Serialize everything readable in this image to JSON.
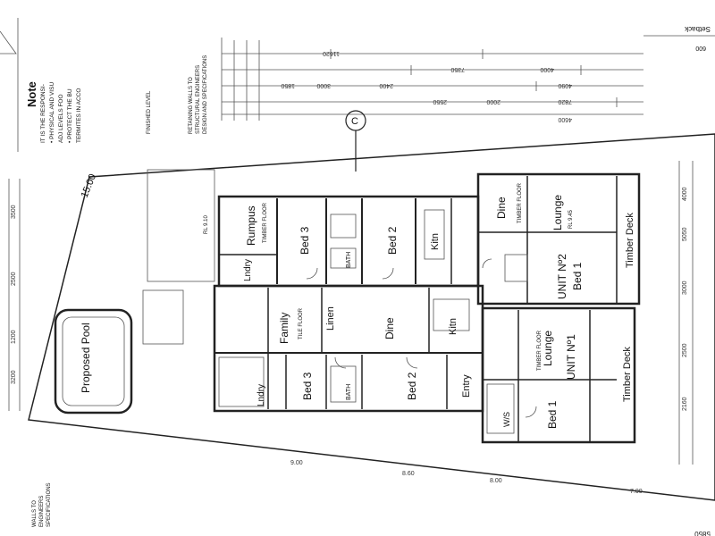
{
  "drawing": {
    "note_title": "Note",
    "note_lines": [
      "IT IS THE RESPONSI-",
      "• PHYSICAL AND VISU",
      "ADJ LEVELS FOO",
      "• PROTECT THE BU",
      "TERMITES IN ACCO"
    ],
    "north_symbol": "C",
    "setback_label": "Setback",
    "setback_value": "600",
    "boundary_dim": "15.00",
    "top_dims": [
      "11620",
      "7350",
      "4000",
      "4090",
      "7820",
      "4600",
      "1850",
      "3000",
      "2400",
      "2550",
      "2000"
    ],
    "left_dims": [
      "3500",
      "2500",
      "1200",
      "3200"
    ],
    "right_dims": [
      "4000",
      "5050",
      "3000",
      "2500",
      "2160"
    ],
    "bottom_dims": [
      "9.00",
      "8.60",
      "8.00",
      "7.00",
      "5850"
    ],
    "note_left": [
      "WALLS TO",
      "ENGINEERS",
      "SPECIFICATIONS"
    ],
    "note_top": [
      "RETAINING WALLS TO",
      "STRUCTURAL ENGINEERS",
      "DESIGN AND SPECIFICATIONS"
    ],
    "finished_level": "FINISHED LEVEL",
    "rooms": {
      "unit2": "UNIT Nº2",
      "unit1": "UNIT Nº1",
      "rumpus": "Rumpus",
      "timber_floor": "TIMBER FLOOR",
      "bed3_top": "Bed 3",
      "bed2_top": "Bed 2",
      "bath_top": "BATH",
      "kitchen_top": "Kitn",
      "dine_top": "Dine",
      "lounge_top": "Lounge",
      "bed1_top": "Bed 1",
      "deck_top": "Timber Deck",
      "family": "Family",
      "tile_floor": "TILE FLOOR",
      "linen": "Linen",
      "dine_mid": "Dine",
      "kitchen_mid": "Kitn",
      "lounge_mid": "Lounge",
      "bed1_bottom": "Bed 1",
      "deck_bottom": "Timber Deck",
      "bed3_bottom": "Bed 3",
      "bath_bottom": "BATH",
      "bed2_bottom": "Bed 2",
      "entry": "Entry",
      "lndry_top": "Lndry",
      "lndry_bottom": "Lndry",
      "ws": "W/S",
      "pool": "Proposed Pool",
      "rl_top": "RL 9.10",
      "rl_lounge": "RL 9.45"
    }
  }
}
